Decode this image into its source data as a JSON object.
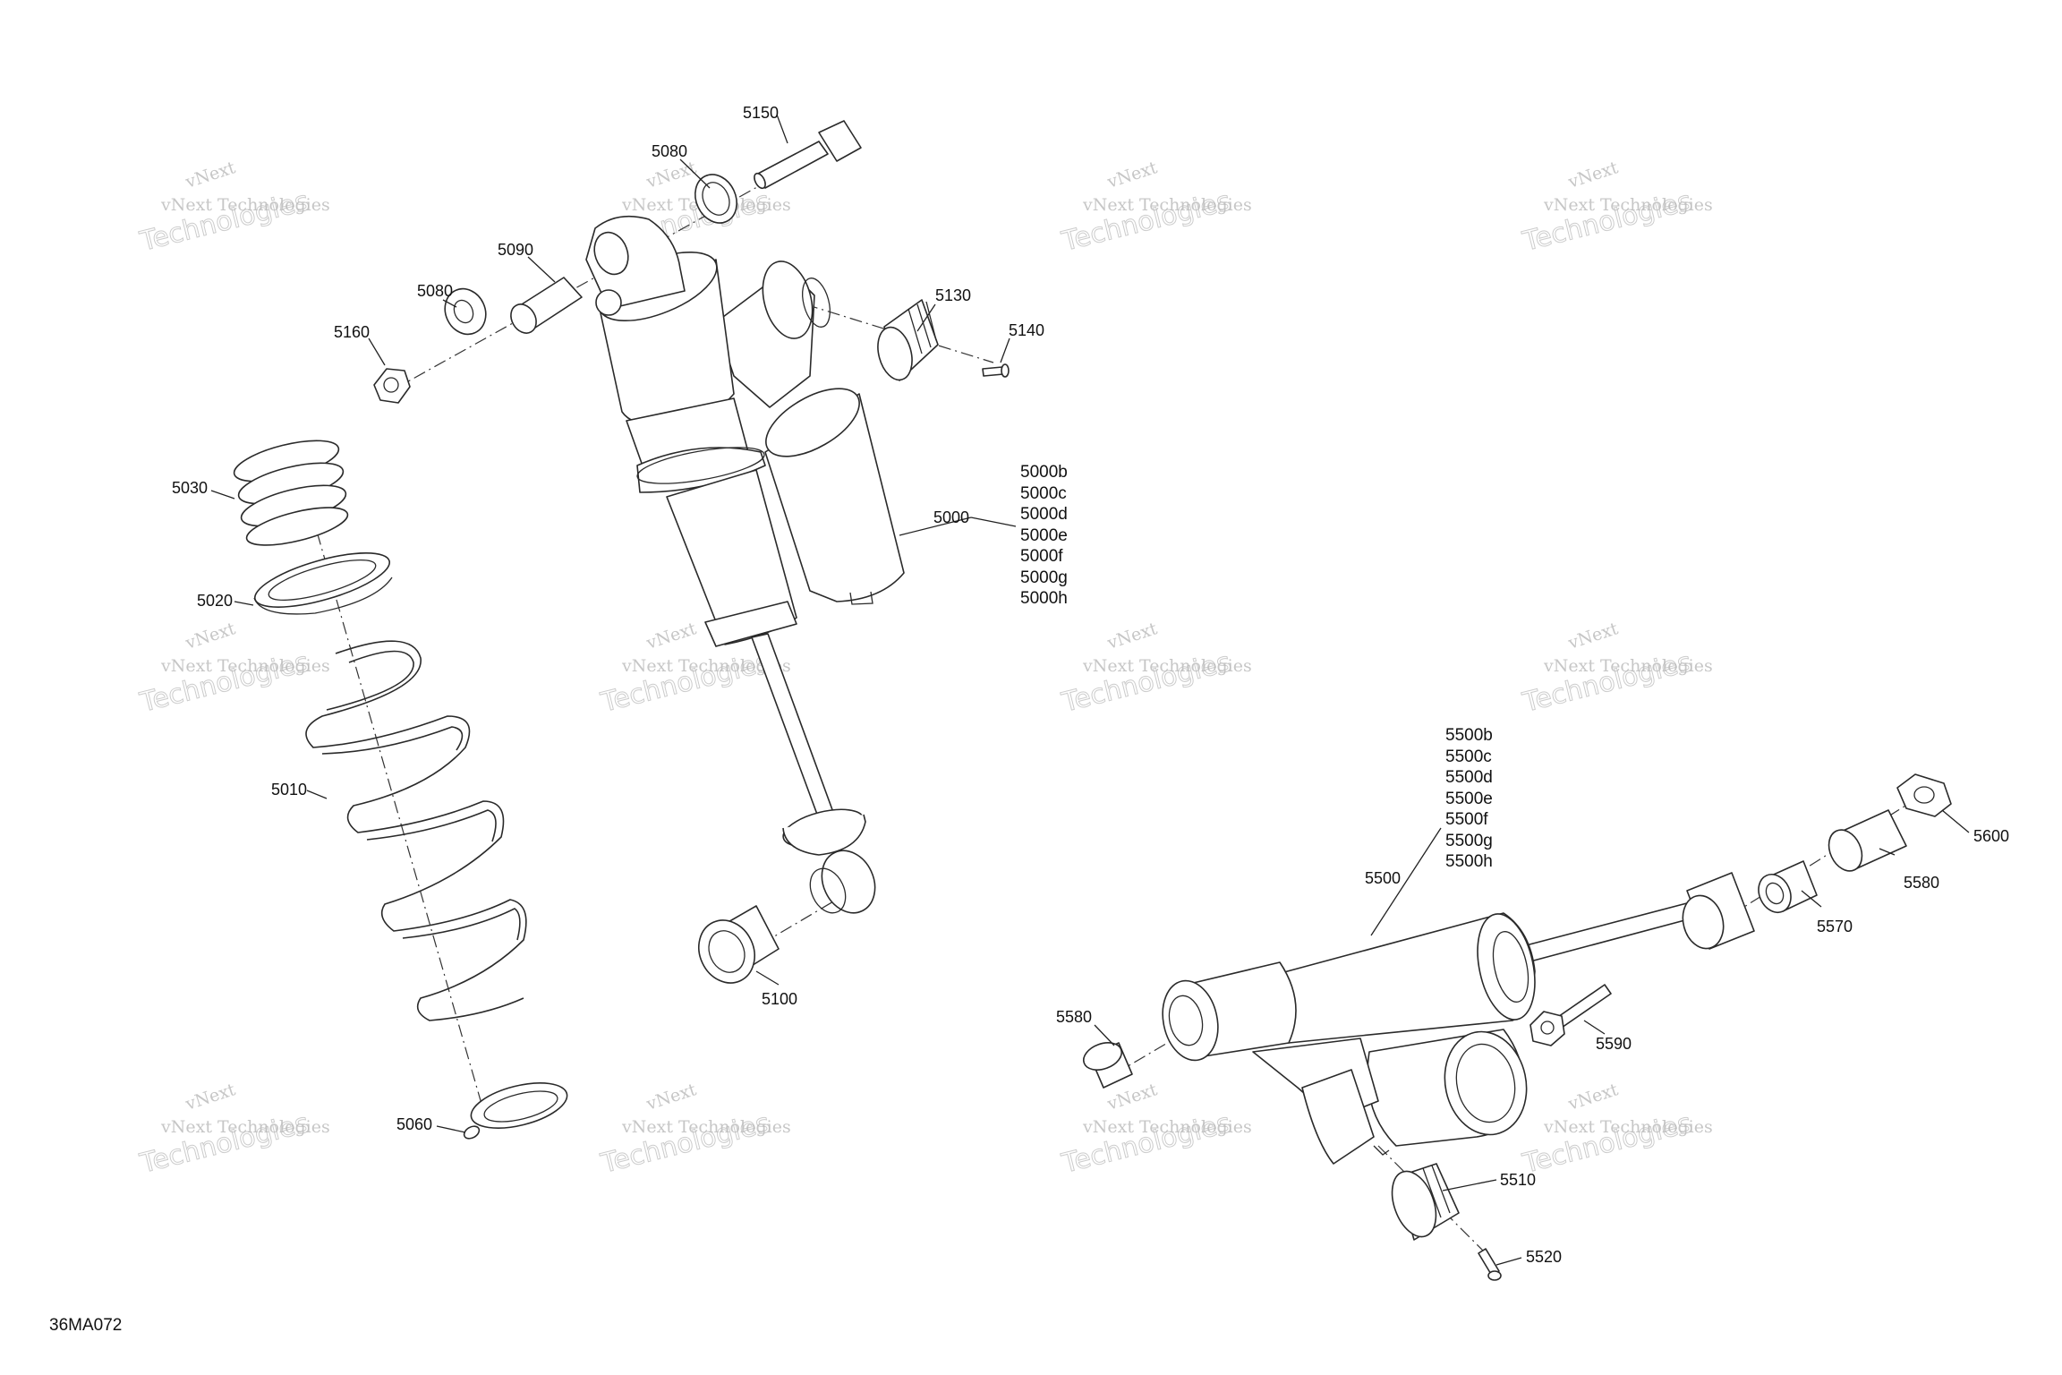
{
  "figure_id": "36MA072",
  "watermark": {
    "small": "vNext Technologies",
    "large": "Technologies",
    "tilt": "vNext"
  },
  "callouts": {
    "c5150": "5150",
    "c5080a": "5080",
    "c5090": "5090",
    "c5080b": "5080",
    "c5160": "5160",
    "c5130": "5130",
    "c5140": "5140",
    "c5030": "5030",
    "c5020": "5020",
    "c5010": "5010",
    "c5000": "5000",
    "c5100": "5100",
    "c5060": "5060",
    "c5500": "5500",
    "c5600": "5600",
    "c5580a": "5580",
    "c5570": "5570",
    "c5580b": "5580",
    "c5590": "5590",
    "c5510": "5510",
    "c5520": "5520"
  },
  "variants_5000": [
    "5000b",
    "5000c",
    "5000d",
    "5000e",
    "5000f",
    "5000g",
    "5000h"
  ],
  "variants_5500": [
    "5500b",
    "5500c",
    "5500d",
    "5500e",
    "5500f",
    "5500g",
    "5500h"
  ]
}
